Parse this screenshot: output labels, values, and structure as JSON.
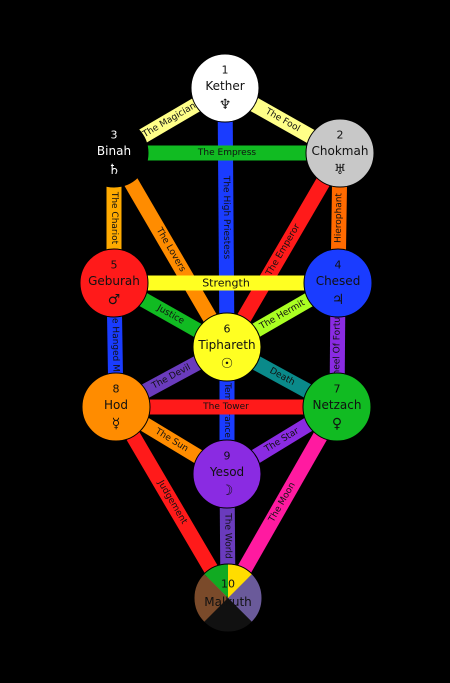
{
  "diagram": {
    "background": "#000000",
    "nodes": [
      {
        "id": "kether",
        "number": "1",
        "name": "Kether",
        "symbol": "♆",
        "fill": "#ffffff",
        "text": "#111111"
      },
      {
        "id": "chokmah",
        "number": "2",
        "name": "Chokmah",
        "symbol": "♅",
        "fill": "#c8c8c8",
        "text": "#111111"
      },
      {
        "id": "binah",
        "number": "3",
        "name": "Binah",
        "symbol": "♄",
        "fill": "#000000",
        "text": "#ffffff"
      },
      {
        "id": "chesed",
        "number": "4",
        "name": "Chesed",
        "symbol": "♃",
        "fill": "#1a3cff",
        "text": "#111111"
      },
      {
        "id": "geburah",
        "number": "5",
        "name": "Geburah",
        "symbol": "♂",
        "fill": "#ff1a1a",
        "text": "#111111"
      },
      {
        "id": "tiphareth",
        "number": "6",
        "name": "Tiphareth",
        "symbol": "☉",
        "fill": "#ffff22",
        "text": "#111111"
      },
      {
        "id": "netzach",
        "number": "7",
        "name": "Netzach",
        "symbol": "♀",
        "fill": "#11bb22",
        "text": "#111111"
      },
      {
        "id": "hod",
        "number": "8",
        "name": "Hod",
        "symbol": "☿",
        "fill": "#ff8c00",
        "text": "#111111"
      },
      {
        "id": "yesod",
        "number": "9",
        "name": "Yesod",
        "symbol": "☽",
        "fill": "#8a2be2",
        "text": "#111111"
      },
      {
        "id": "malkuth",
        "number": "10",
        "name": "Malkuth",
        "symbol": "",
        "fill": "quartered",
        "text": "#111111"
      }
    ],
    "malkuth_quarters": [
      "#11aa22",
      "#ffdd00",
      "#7a4a2a",
      "#6a5a9a"
    ],
    "paths": [
      {
        "id": "the-magician",
        "from": "kether",
        "to": "binah",
        "label": "The Magician",
        "color": "#ffff88"
      },
      {
        "id": "the-fool",
        "from": "kether",
        "to": "chokmah",
        "label": "The Fool",
        "color": "#ffff88"
      },
      {
        "id": "high-priestess",
        "from": "kether",
        "to": "tiphareth",
        "label": "The High Priestess",
        "color": "#1a3cff"
      },
      {
        "id": "the-empress",
        "from": "binah",
        "to": "chokmah",
        "label": "The Empress",
        "color": "#11bb22"
      },
      {
        "id": "the-chariot",
        "from": "binah",
        "to": "geburah",
        "label": "The Chariot",
        "color": "#ffaa00"
      },
      {
        "id": "the-lovers",
        "from": "binah",
        "to": "tiphareth",
        "label": "The Lovers",
        "color": "#ff8c00"
      },
      {
        "id": "the-emperor",
        "from": "chokmah",
        "to": "tiphareth",
        "label": "The Emperor",
        "color": "#ff1a1a"
      },
      {
        "id": "hierophant",
        "from": "chokmah",
        "to": "chesed",
        "label": "Hierophant",
        "color": "#ff6a00"
      },
      {
        "id": "strength",
        "from": "geburah",
        "to": "chesed",
        "label": "Strength",
        "color": "#ffff22"
      },
      {
        "id": "justice",
        "from": "geburah",
        "to": "tiphareth",
        "label": "Justice",
        "color": "#11bb22"
      },
      {
        "id": "the-hermit",
        "from": "chesed",
        "to": "tiphareth",
        "label": "The Hermit",
        "color": "#aaff22"
      },
      {
        "id": "hanged-man",
        "from": "geburah",
        "to": "hod",
        "label": "The Hanged Man",
        "color": "#1a3cff"
      },
      {
        "id": "wheel-of-fortune",
        "from": "chesed",
        "to": "netzach",
        "label": "Wheel Of Fortune",
        "color": "#8a2be2"
      },
      {
        "id": "the-devil",
        "from": "tiphareth",
        "to": "hod",
        "label": "The Devil",
        "color": "#6a3bbd"
      },
      {
        "id": "death",
        "from": "tiphareth",
        "to": "netzach",
        "label": "Death",
        "color": "#0a8a8a"
      },
      {
        "id": "temperance",
        "from": "tiphareth",
        "to": "yesod",
        "label": "Temperance",
        "color": "#1a3cff"
      },
      {
        "id": "the-tower",
        "from": "hod",
        "to": "netzach",
        "label": "The Tower",
        "color": "#ff1a1a"
      },
      {
        "id": "the-sun",
        "from": "hod",
        "to": "yesod",
        "label": "The Sun",
        "color": "#ff8c00"
      },
      {
        "id": "the-star",
        "from": "netzach",
        "to": "yesod",
        "label": "The Star",
        "color": "#8a2be2"
      },
      {
        "id": "judgement",
        "from": "hod",
        "to": "malkuth",
        "label": "Judgement",
        "color": "#ff1a1a"
      },
      {
        "id": "the-world",
        "from": "yesod",
        "to": "malkuth",
        "label": "The World",
        "color": "#6a3bbd"
      },
      {
        "id": "the-moon",
        "from": "netzach",
        "to": "malkuth",
        "label": "The Moon",
        "color": "#ff1aa0"
      }
    ]
  }
}
